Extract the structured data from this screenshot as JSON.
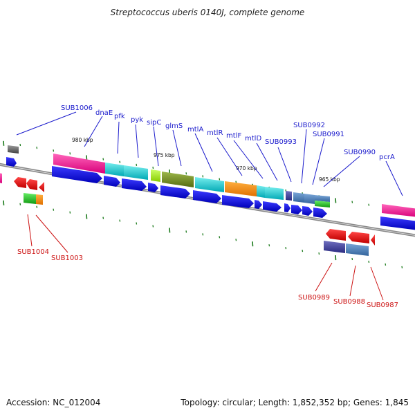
{
  "header": {
    "title": "Streptococcus uberis 0140J, complete genome"
  },
  "footer": {
    "accession": "Accession: NC_012004",
    "summary": "Topology: circular; Length: 1,852,352 bp; Genes: 1,845"
  },
  "map": {
    "ruler_labels": [
      "980 kbp",
      "975 kbp",
      "970 kbp",
      "965 kbp"
    ],
    "gene_labels_forward": [
      "SUB1006",
      "dnaE",
      "pfk",
      "pyk",
      "sipC",
      "glmS",
      "mtlA",
      "mtlR",
      "mtlF",
      "mtlD",
      "SUB0993",
      "SUB0992",
      "SUB0991",
      "SUB0990",
      "pcrA"
    ],
    "gene_labels_reverse": [
      "SUB1004",
      "SUB1003",
      "SUB0989",
      "SUB0988",
      "SUB0987"
    ],
    "colors": {
      "forward_label": "#1a1acc",
      "reverse_label": "#cc1111",
      "backbone": "#888888",
      "forward_cds": "#0000ee",
      "reverse_cds": "#ee0000",
      "ruler_tick": "#1a7a1a"
    }
  }
}
